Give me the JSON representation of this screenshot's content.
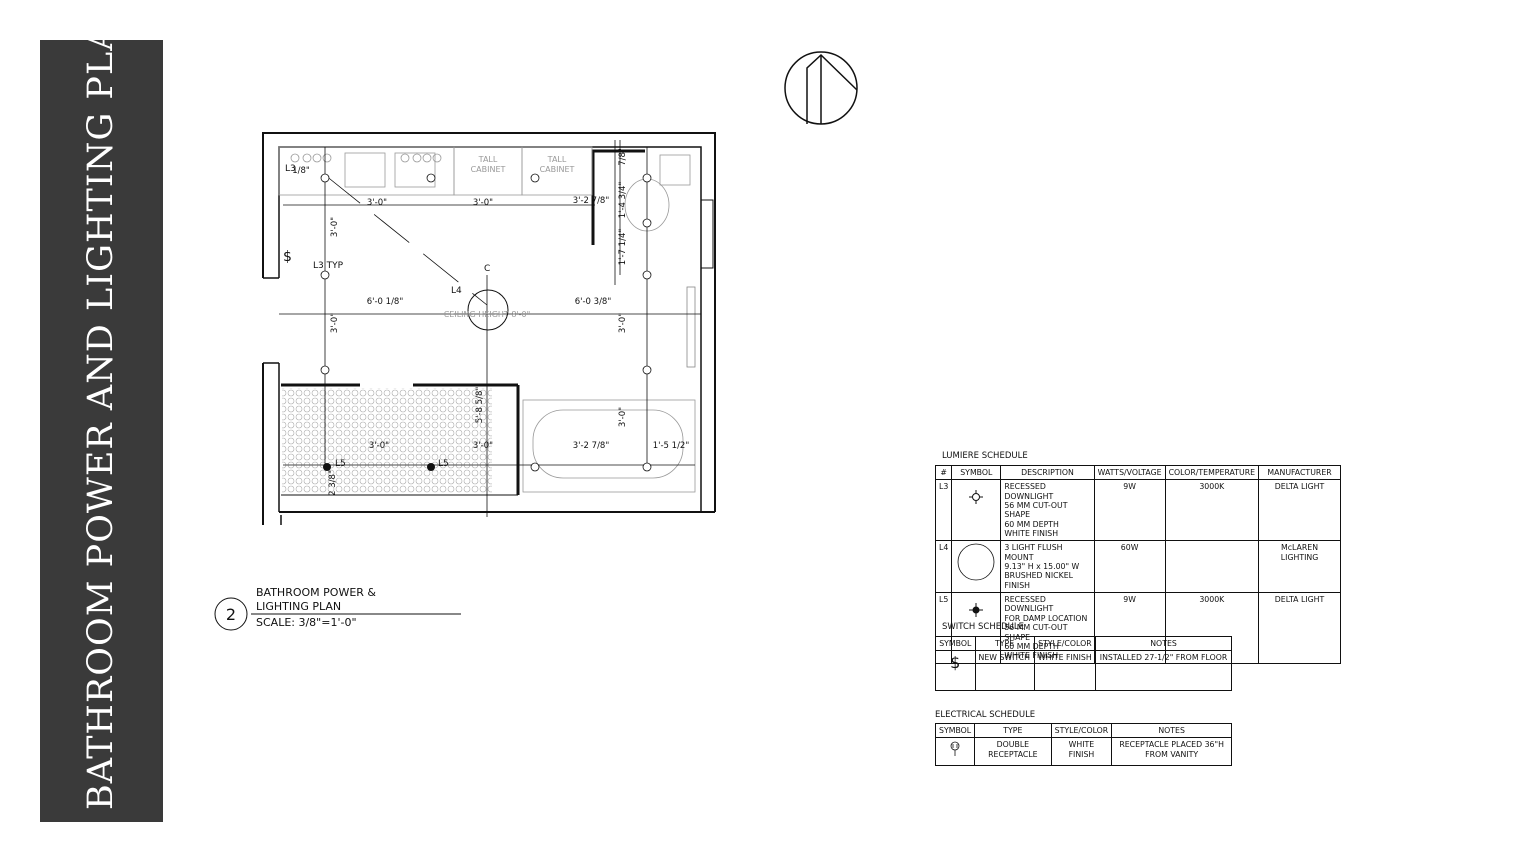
{
  "sheet_title": "BATHROOM POWER AND LIGHTING PLAN",
  "plan": {
    "labels": {
      "tall_cabinet_1": [
        "TALL",
        "CABINET"
      ],
      "tall_cabinet_2": [
        "TALL",
        "CABINET"
      ],
      "ceiling": "CEILING HEIGHT 8'-0\"",
      "l3_typ": "L3 TYP",
      "l3_corner": "L3",
      "l4": "L4",
      "l5": "L5",
      "l5b": "L5",
      "center": "C",
      "switch": "$"
    },
    "dimensions": {
      "d1": "1/8\"",
      "d2": "3'-0\"",
      "d3": "3'-0\"",
      "d4": "3'-2 7/8\"",
      "d5": "3'-0\"",
      "d6": "6'-0 1/8\"",
      "d7": "6'-0 3/8\"",
      "d8": "3'-0\"",
      "d9": "3'-0\"",
      "d10": "1'-4 3/4\"",
      "d11": "7/8\"",
      "d12": "1'-7 1/4\"",
      "d13": "5'-8 5/8\"",
      "d14": "3'-0\"",
      "d15": "3'-0\"",
      "d16": "3'-2 7/8\"",
      "d17": "1'-5 1/2\"",
      "d18": "3'-0\"",
      "d19": "2 3/8\""
    }
  },
  "caption": {
    "number": "2",
    "line1": "BATHROOM POWER &",
    "line2": "LIGHTING PLAN",
    "scale": "SCALE: 3/8\"=1'-0\""
  },
  "lumiere_schedule": {
    "title": "LUMIERE SCHEDULE",
    "headers": [
      "#",
      "SYMBOL",
      "DESCRIPTION",
      "WATTS/VOLTAGE",
      "COLOR/TEMPERATURE",
      "MANUFACTURER"
    ],
    "rows": [
      {
        "id": "L3",
        "desc": [
          "RECESSED DOWNLIGHT",
          "56 MM CUT-OUT SHAPE",
          "60 MM DEPTH",
          "WHITE FINISH"
        ],
        "watts": "9W",
        "temp": "3000K",
        "mfr": "DELTA LIGHT"
      },
      {
        "id": "L4",
        "desc": [
          "3 LIGHT FLUSH MOUNT",
          "9.13\" H x 15.00\" W",
          "BRUSHED NICKEL",
          "FINISH"
        ],
        "watts": "60W",
        "temp": "",
        "mfr": "McLAREN LIGHTING"
      },
      {
        "id": "L5",
        "desc": [
          "RECESSED DOWNLIGHT",
          "FOR DAMP LOCATION",
          "56 MM CUT-OUT SHAPE",
          "60 MM DEPTH",
          "WHITE FINISH"
        ],
        "watts": "9W",
        "temp": "3000K",
        "mfr": "DELTA LIGHT"
      }
    ]
  },
  "switch_schedule": {
    "title": "SWITCH SCHEDULE",
    "headers": [
      "SYMBOL",
      "TYPE",
      "STYLE/COLOR",
      "NOTES"
    ],
    "row": {
      "symbol": "$",
      "type": "NEW SWITCH",
      "style": "WHITE FINISH",
      "notes": "INSTALLED 27-1/2\" FROM FLOOR"
    }
  },
  "electrical_schedule": {
    "title": "ELECTRICAL SCHEDULE",
    "headers": [
      "SYMBOL",
      "TYPE",
      "STYLE/COLOR",
      "NOTES"
    ],
    "row": {
      "symbol": "receptacle-icon",
      "type": "DOUBLE RECEPTACLE",
      "style": "WHITE FINISH",
      "notes": "RECEPTACLE PLACED 36\"H FROM VANITY"
    }
  },
  "colors": {
    "title_bar": "#3a3a3a",
    "ink": "#111111",
    "light_ink": "#999999"
  }
}
